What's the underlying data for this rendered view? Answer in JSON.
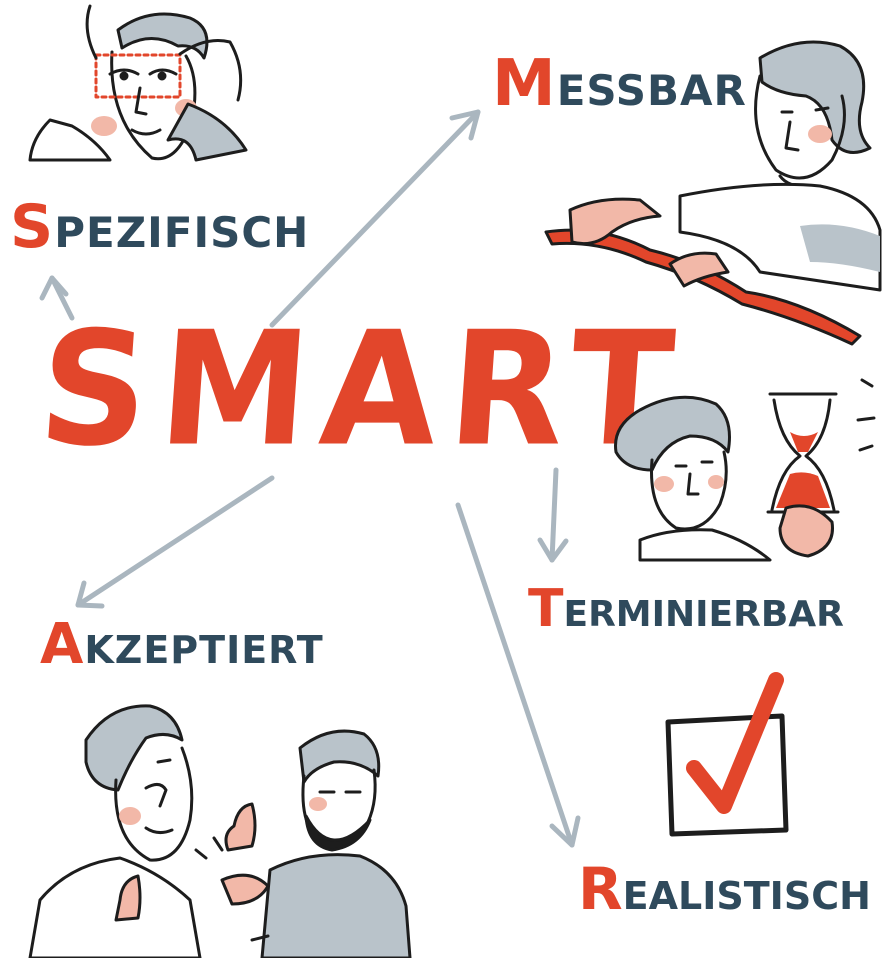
{
  "title": "SMART",
  "criteria": {
    "spezifisch": {
      "first": "S",
      "rest": "PEZIFISCH"
    },
    "messbar": {
      "first": "M",
      "rest": "ESSBAR"
    },
    "terminierbar": {
      "first": "T",
      "rest": "ERMINIERBAR"
    },
    "akzeptiert": {
      "first": "A",
      "rest": "KZEPTIERT"
    },
    "realistisch": {
      "first": "R",
      "rest": "EALISTISCH"
    }
  },
  "illustrations": [
    "person-framing-eyes",
    "person-holding-tape-measure",
    "person-with-hourglass",
    "checkbox-checkmark",
    "two-people-thumbs-up"
  ],
  "colors": {
    "accent": "#e2462b",
    "text": "#2f4a5c",
    "arrow": "#aab6bf",
    "shade": "#b9c3ca",
    "skin": "#f2b8a8",
    "ink": "#1d1d1d"
  }
}
